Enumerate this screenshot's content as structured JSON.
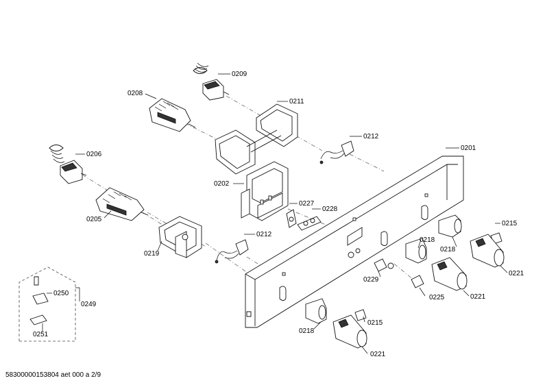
{
  "parts": {
    "p0201": "0201",
    "p0202": "0202",
    "p0205": "0205",
    "p0206": "0206",
    "p0208": "0208",
    "p0209": "0209",
    "p0211": "0211",
    "p0212a": "0212",
    "p0212b": "0212",
    "p0215a": "0215",
    "p0215b": "0215",
    "p0218a": "0218",
    "p0218b": "0218",
    "p0218c": "0218",
    "p0219": "0219",
    "p0221a": "0221",
    "p0221b": "0221",
    "p0221c": "0221",
    "p0225": "0225",
    "p0227": "0227",
    "p0228": "0228",
    "p0229": "0229",
    "p0249": "0249",
    "p0250": "0250",
    "p0251": "0251"
  },
  "footer": "58300000153804 aet 000 a 2/9"
}
